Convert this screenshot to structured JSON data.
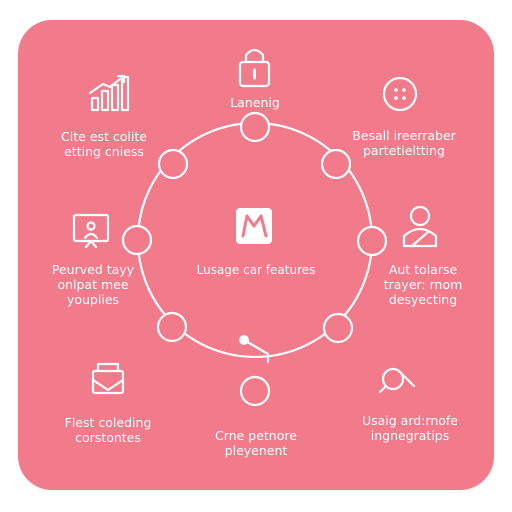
{
  "center": {
    "label": "Lusage car features"
  },
  "features": [
    {
      "label": "Lanenig",
      "icon": "padlock-icon"
    },
    {
      "label": "Besall ireerraber\npartetieltting",
      "icon": "button-icon"
    },
    {
      "label": "Aut tolarse\ntrayer: rnom\ndesyecting",
      "icon": "person-at-laptop-icon"
    },
    {
      "label": "Usaig ard:rnofe\ningnegratips",
      "icon": "magnifier-document-icon"
    },
    {
      "label": "Crne petnore\npleyenent",
      "icon": ""
    },
    {
      "label": "Flest coleding\ncorstontes",
      "icon": "envelope-document-icon"
    },
    {
      "label": "Peurved tayy\nonlpat mee\nyouplies",
      "icon": "presentation-board-icon"
    },
    {
      "label": "Cite est colite\netting cniess",
      "icon": "bar-chart-rising-icon"
    }
  ]
}
